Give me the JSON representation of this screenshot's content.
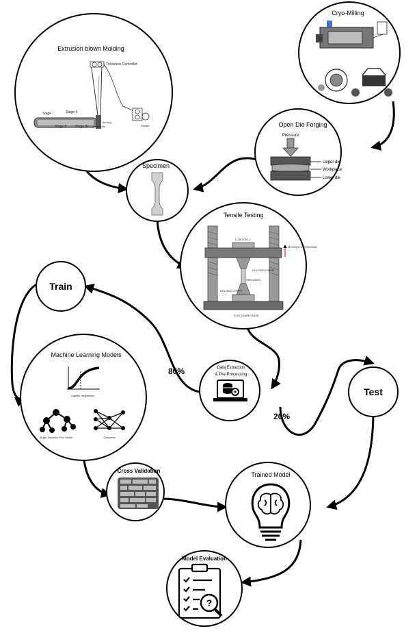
{
  "nodes": {
    "extrusion": {
      "title": "Extrusion blown Molding",
      "labels": [
        "Thickness Controller",
        "Stage I",
        "Stage II",
        "Stage III",
        "Stage II",
        "Air spindle",
        "Air ring",
        "Winder"
      ]
    },
    "cryo": {
      "title": "Cryo-Milling"
    },
    "forging": {
      "title": "Open Die Forging",
      "pressure": "Pressure",
      "upper": "Upper die",
      "workpiece": "Workpiece",
      "lower": "Lower die"
    },
    "specimen": {
      "title": "Specimen"
    },
    "tensile": {
      "title": "Tensile Testing",
      "load_cell": "LOAD CELL",
      "moving": "MOVING CROSSHEAD",
      "grips_top": "HOLDING GRIPS",
      "specimen": "SPECIMEN",
      "grips_bottom": "HOLDING GRIPS",
      "base": "STATIONARY BASE"
    },
    "train": {
      "title": "Train"
    },
    "test": {
      "title": "Test"
    },
    "ml": {
      "title": "Machine Learning Models",
      "logreg": "Logistic Regression",
      "tree": "Single Decision Tree Model",
      "deepnets": "Deepnets"
    },
    "data": {
      "title_line1": "Data Extraction",
      "title_line2": "& Pre-Processing"
    },
    "cv": {
      "title": "Cross Validation"
    },
    "trained": {
      "title": "Trained Model"
    },
    "eval": {
      "title": "Model Evaluation"
    }
  },
  "splits": {
    "train_pct": "80%",
    "test_pct": "20%"
  }
}
